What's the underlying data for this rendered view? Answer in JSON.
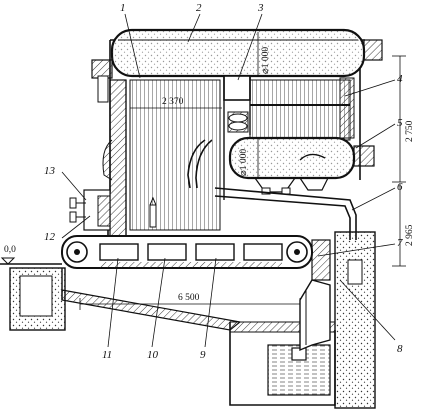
{
  "callouts": [
    "1",
    "2",
    "3",
    "4",
    "5",
    "6",
    "7",
    "8",
    "9",
    "10",
    "11",
    "12",
    "13"
  ],
  "dimensions": {
    "width_furnace": "2 370",
    "diam_upper_drum": "⌀1 000",
    "diam_lower_drum": "⌀1 000",
    "height_upper": "2 750",
    "height_lower": "2 965",
    "grate_length": "6 500",
    "level_mark": "0,0"
  },
  "colors": {
    "ink": "#111111",
    "hatch": "#222222",
    "paper": "#ffffff"
  }
}
